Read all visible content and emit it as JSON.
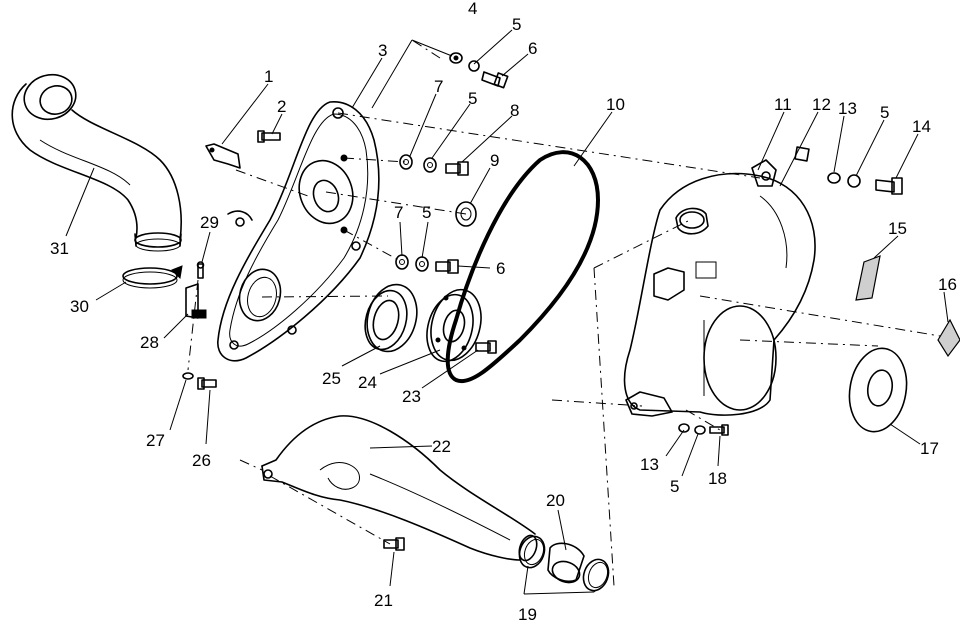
{
  "callouts": [
    {
      "id": "c1",
      "text": "1"
    },
    {
      "id": "c2",
      "text": "2"
    },
    {
      "id": "c3",
      "text": "3"
    },
    {
      "id": "c4",
      "text": "4"
    },
    {
      "id": "c5a",
      "text": "5"
    },
    {
      "id": "c6a",
      "text": "6"
    },
    {
      "id": "c7a",
      "text": "7"
    },
    {
      "id": "c5b",
      "text": "5"
    },
    {
      "id": "c8",
      "text": "8"
    },
    {
      "id": "c9",
      "text": "9"
    },
    {
      "id": "c10",
      "text": "10"
    },
    {
      "id": "c11",
      "text": "11"
    },
    {
      "id": "c12",
      "text": "12"
    },
    {
      "id": "c13a",
      "text": "13"
    },
    {
      "id": "c5c",
      "text": "5"
    },
    {
      "id": "c14",
      "text": "14"
    },
    {
      "id": "c15",
      "text": "15"
    },
    {
      "id": "c16",
      "text": "16"
    },
    {
      "id": "c17",
      "text": "17"
    },
    {
      "id": "c18",
      "text": "18"
    },
    {
      "id": "c13b",
      "text": "13"
    },
    {
      "id": "c5d",
      "text": "5"
    },
    {
      "id": "c22",
      "text": "22"
    },
    {
      "id": "c20",
      "text": "20"
    },
    {
      "id": "c21",
      "text": "21"
    },
    {
      "id": "c19",
      "text": "19"
    },
    {
      "id": "c23",
      "text": "23"
    },
    {
      "id": "c24",
      "text": "24"
    },
    {
      "id": "c25",
      "text": "25"
    },
    {
      "id": "c7b",
      "text": "7"
    },
    {
      "id": "c5e",
      "text": "5"
    },
    {
      "id": "c6b",
      "text": "6"
    },
    {
      "id": "c29",
      "text": "29"
    },
    {
      "id": "c28",
      "text": "28"
    },
    {
      "id": "c27",
      "text": "27"
    },
    {
      "id": "c26",
      "text": "26"
    },
    {
      "id": "c30",
      "text": "30"
    },
    {
      "id": "c31",
      "text": "31"
    }
  ]
}
